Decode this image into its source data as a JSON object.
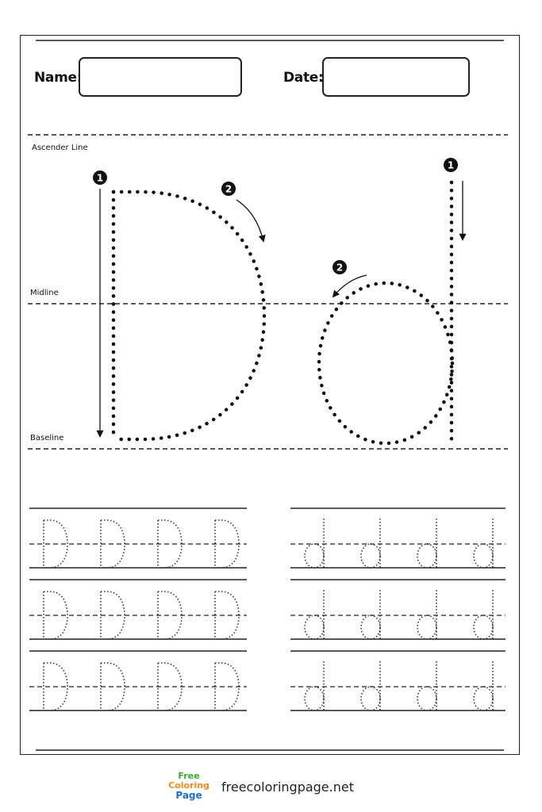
{
  "header": {
    "name_label": "Name:",
    "date_label": "Date:",
    "name_value": "",
    "date_value": ""
  },
  "guides": {
    "ascender": "Ascender Line",
    "midline": "Midline",
    "baseline": "Baseline"
  },
  "strokes": {
    "upper_1": "1",
    "upper_2": "2",
    "lower_1": "1",
    "lower_2": "2"
  },
  "practice": {
    "uppercase_letter": "D",
    "lowercase_letter": "d",
    "rows": 3,
    "letters_per_row": 4
  },
  "footer": {
    "logo_line1": "Free",
    "logo_line2": "Coloring",
    "logo_line3": "Page",
    "site": "freecoloringpage.net"
  },
  "colors": {
    "ink": "#111111",
    "logo_orange": "#f28c1c",
    "logo_green": "#3aaa35",
    "logo_blue": "#1f6fd1",
    "logo_red": "#e53935"
  }
}
